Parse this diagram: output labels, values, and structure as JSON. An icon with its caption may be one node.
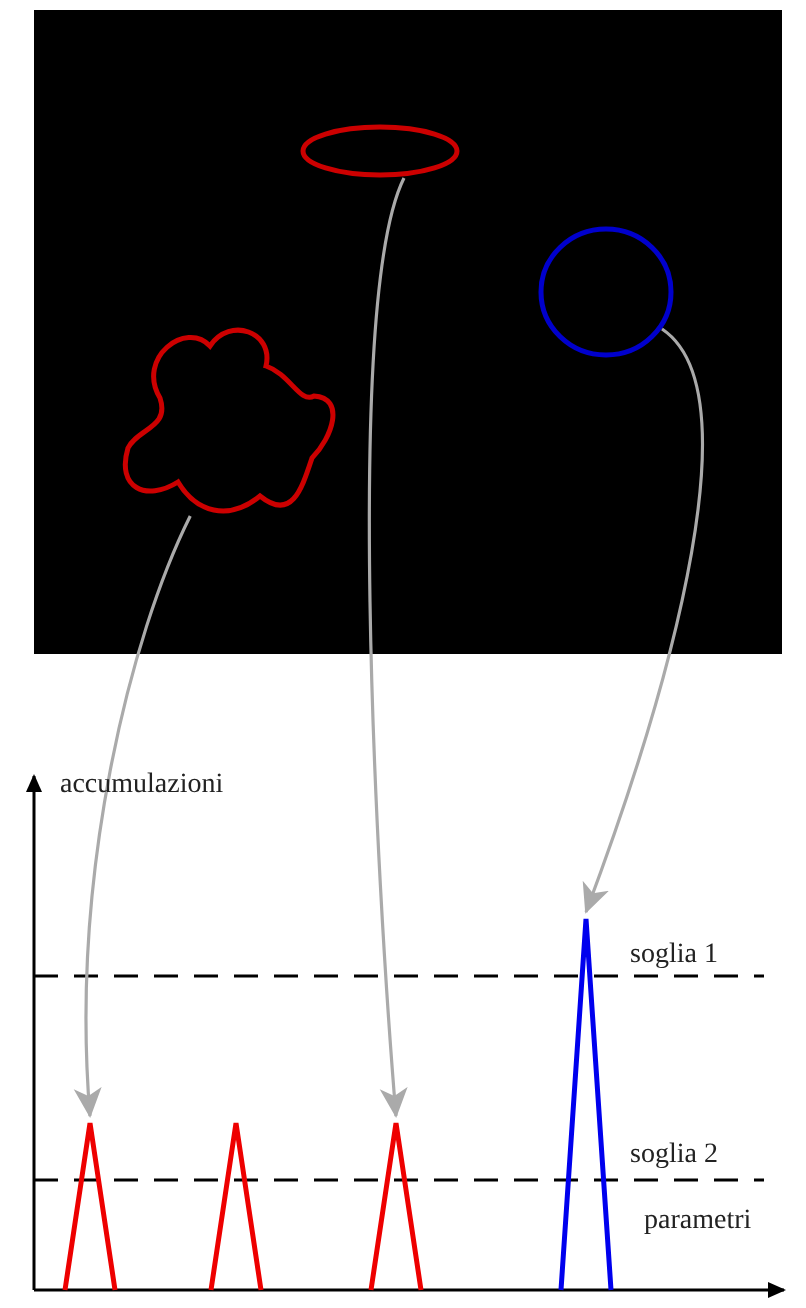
{
  "diagram": {
    "nodes": [
      {
        "text": [],
        "shape": "ellipse"
      },
      {
        "text": [],
        "shape": "circle"
      },
      {
        "text": [],
        "shape": "cloud"
      },
      {
        "text": [],
        "shape": "triangle"
      },
      {
        "text": [],
        "shape": "triangle"
      },
      {
        "text": [],
        "shape": "triangle"
      },
      {
        "text": [],
        "shape": "triangle"
      }
    ],
    "edges": [
      {
        "from": 2,
        "to": 3,
        "arrow": "to"
      },
      {
        "from": 0,
        "to": 5,
        "arrow": "to"
      },
      {
        "from": 1,
        "to": 6,
        "arrow": "to"
      }
    ],
    "labels": [
      "accumulazioni",
      "soglia 1",
      "soglia 2",
      "parametri"
    ]
  }
}
